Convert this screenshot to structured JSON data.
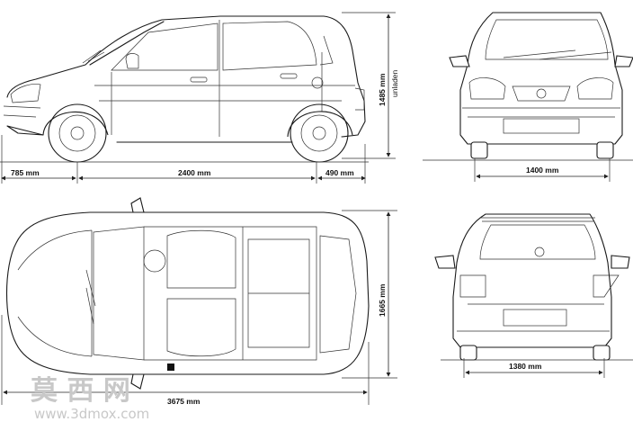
{
  "dimensions": {
    "front_overhang": "785 mm",
    "wheelbase": "2400 mm",
    "rear_overhang": "490 mm",
    "height": "1485 mm",
    "height_note": "unladen",
    "front_track": "1400 mm",
    "rear_track": "1380 mm",
    "width": "1665 mm",
    "length": "3675 mm"
  },
  "watermark": {
    "chinese": "莫 西 网",
    "url": "www.3dmox.com"
  },
  "colors": {
    "line": "#1a1a1a",
    "background": "#ffffff",
    "watermark": "#c8c8c8"
  }
}
